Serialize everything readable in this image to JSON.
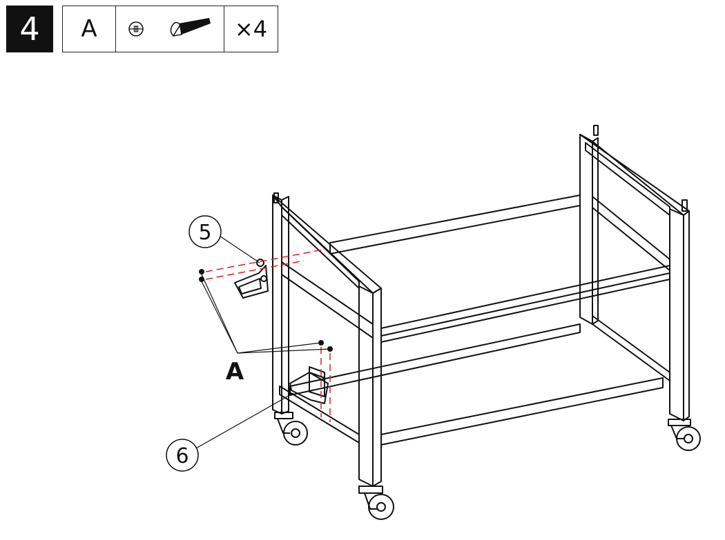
{
  "step": {
    "number": "4"
  },
  "parts": {
    "letter": "A",
    "head_icon": "phillips-screw-head-icon",
    "screw_icon": "mushroom-head-screw-icon",
    "quantity": "×4"
  },
  "callouts": {
    "part_5": "5",
    "part_6": "6",
    "fastener_label": "A"
  },
  "colors": {
    "line": "#111111",
    "alignment_guide": "#d62020"
  }
}
